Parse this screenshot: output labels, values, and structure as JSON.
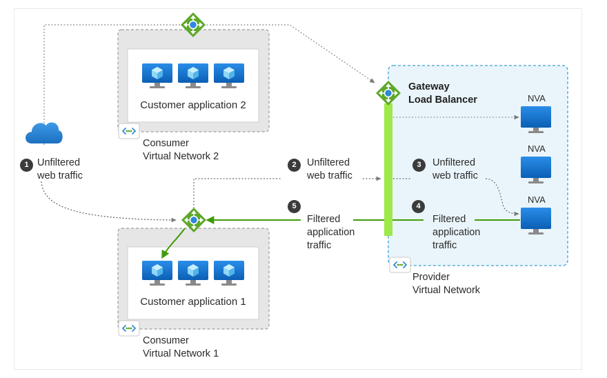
{
  "consumer_vnet_2": {
    "app_label": "Customer application 2",
    "network_label_line1": "Consumer",
    "network_label_line2": "Virtual Network 2"
  },
  "consumer_vnet_1": {
    "app_label": "Customer application 1",
    "network_label_line1": "Consumer",
    "network_label_line2": "Virtual Network 1"
  },
  "provider_vnet": {
    "gateway_line1": "Gateway",
    "gateway_line2": "Load Balancer",
    "nva_labels": [
      "NVA",
      "NVA",
      "NVA"
    ],
    "network_label_line1": "Provider",
    "network_label_line2": "Virtual Network"
  },
  "steps": [
    {
      "num": "1",
      "line1": "Unfiltered",
      "line2": "web traffic"
    },
    {
      "num": "2",
      "line1": "Unfiltered",
      "line2": "web traffic"
    },
    {
      "num": "3",
      "line1": "Unfiltered",
      "line2": "web traffic"
    },
    {
      "num": "4",
      "line1": "Filtered",
      "line2": "application",
      "line3": "traffic"
    },
    {
      "num": "5",
      "line1": "Filtered",
      "line2": "application",
      "line3": "traffic"
    }
  ],
  "icons": {
    "internet": "cloud-icon",
    "vm": "virtual-machine-icon",
    "lb": "load-balancer-icon",
    "vnet": "virtual-network-icon",
    "nva": "monitor-icon"
  },
  "colors": {
    "flow_green": "#3f9b0b",
    "gateway_bar": "#9ee84a",
    "provider_bg": "#eaf5fb",
    "provider_border": "#3aa0d6",
    "consumer_bg": "#e6e6e6",
    "vm_blue": "#0f6fce"
  }
}
